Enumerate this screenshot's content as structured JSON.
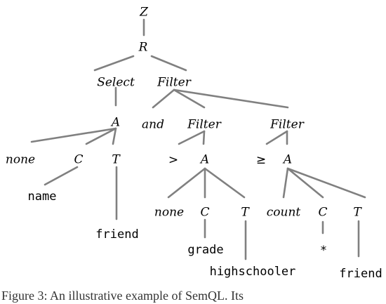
{
  "tree": {
    "nodes": [
      {
        "id": "Z",
        "label": "Z",
        "style": "nt"
      },
      {
        "id": "R",
        "label": "R",
        "style": "nt"
      },
      {
        "id": "select",
        "label": "Select",
        "style": "nt"
      },
      {
        "id": "filter_top",
        "label": "Filter",
        "style": "nt"
      },
      {
        "id": "A1",
        "label": "A",
        "style": "nt"
      },
      {
        "id": "and",
        "label": "and",
        "style": "nt"
      },
      {
        "id": "filter_l",
        "label": "Filter",
        "style": "nt"
      },
      {
        "id": "filter_r",
        "label": "Filter",
        "style": "nt"
      },
      {
        "id": "none1",
        "label": "none",
        "style": "nt"
      },
      {
        "id": "C1",
        "label": "C",
        "style": "nt"
      },
      {
        "id": "T1",
        "label": "T",
        "style": "nt"
      },
      {
        "id": "gt",
        "label": ">",
        "style": "sym"
      },
      {
        "id": "A2",
        "label": "A",
        "style": "nt"
      },
      {
        "id": "ge",
        "label": "≥",
        "style": "sym"
      },
      {
        "id": "A3",
        "label": "A",
        "style": "nt"
      },
      {
        "id": "name",
        "label": "name",
        "style": "tm"
      },
      {
        "id": "friend1",
        "label": "friend",
        "style": "tm"
      },
      {
        "id": "none2",
        "label": "none",
        "style": "nt"
      },
      {
        "id": "C2",
        "label": "C",
        "style": "nt"
      },
      {
        "id": "T2",
        "label": "T",
        "style": "nt"
      },
      {
        "id": "count",
        "label": "count",
        "style": "nt"
      },
      {
        "id": "C3",
        "label": "C",
        "style": "nt"
      },
      {
        "id": "T3",
        "label": "T",
        "style": "nt"
      },
      {
        "id": "grade",
        "label": "grade",
        "style": "tm"
      },
      {
        "id": "highschooler",
        "label": "highschooler",
        "style": "tm"
      },
      {
        "id": "star",
        "label": "*",
        "style": "tm"
      },
      {
        "id": "friend2",
        "label": "friend",
        "style": "tm"
      }
    ],
    "edges": [
      [
        "Z",
        "R"
      ],
      [
        "R",
        "select"
      ],
      [
        "R",
        "filter_top"
      ],
      [
        "select",
        "A1"
      ],
      [
        "filter_top",
        "and"
      ],
      [
        "filter_top",
        "filter_l"
      ],
      [
        "filter_top",
        "filter_r"
      ],
      [
        "A1",
        "none1"
      ],
      [
        "A1",
        "C1"
      ],
      [
        "A1",
        "T1"
      ],
      [
        "C1",
        "name"
      ],
      [
        "T1",
        "friend1"
      ],
      [
        "filter_l",
        "gt"
      ],
      [
        "filter_l",
        "A2"
      ],
      [
        "filter_r",
        "ge"
      ],
      [
        "filter_r",
        "A3"
      ],
      [
        "A2",
        "none2"
      ],
      [
        "A2",
        "C2"
      ],
      [
        "A2",
        "T2"
      ],
      [
        "C2",
        "grade"
      ],
      [
        "T2",
        "highschooler"
      ],
      [
        "A3",
        "count"
      ],
      [
        "A3",
        "C3"
      ],
      [
        "A3",
        "T3"
      ],
      [
        "C3",
        "star"
      ],
      [
        "T3",
        "friend2"
      ]
    ]
  },
  "caption": "Figure 3:   An illustrative example of SemQL. Its"
}
